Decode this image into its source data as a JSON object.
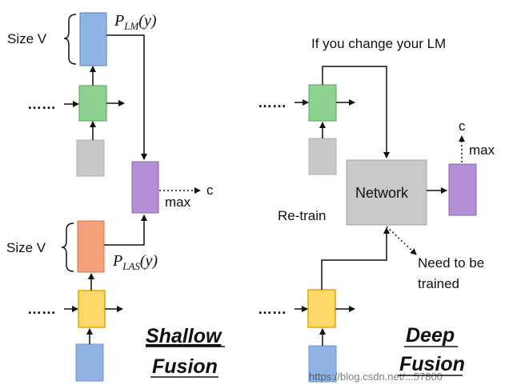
{
  "colors": {
    "blue": "#8fb4e3",
    "green": "#8fd18f",
    "gray": "#c8c8c8",
    "purple": "#b48fd6",
    "orange": "#f4a07a",
    "yellow": "#ffd86b",
    "red_text": "#ff0000",
    "network_fill": "#c9c9c9"
  },
  "shallow": {
    "size_v_top": "Size V",
    "size_v_bottom": "Size V",
    "p_lm": "P",
    "p_lm_sub": "LM",
    "p_lm_arg": "(y)",
    "p_las": "P",
    "p_las_sub": "LAS",
    "p_las_arg": "(y)",
    "max_label": "max",
    "c_label": "c",
    "dots_top": "……",
    "dots_bottom": "……",
    "title_line1": "Shallow",
    "title_line2": "Fusion"
  },
  "deep": {
    "change_lm": "If you change your LM",
    "network": "Network",
    "retrain": "Re-train",
    "need_line1": "Need to be",
    "need_line2": "trained",
    "c_label": "c",
    "max_label": "max",
    "dots_top": "……",
    "dots_bottom": "……",
    "title_line1": "Deep",
    "title_line2": "Fusion"
  },
  "watermark": "https://blog.csdn.net/...57800"
}
